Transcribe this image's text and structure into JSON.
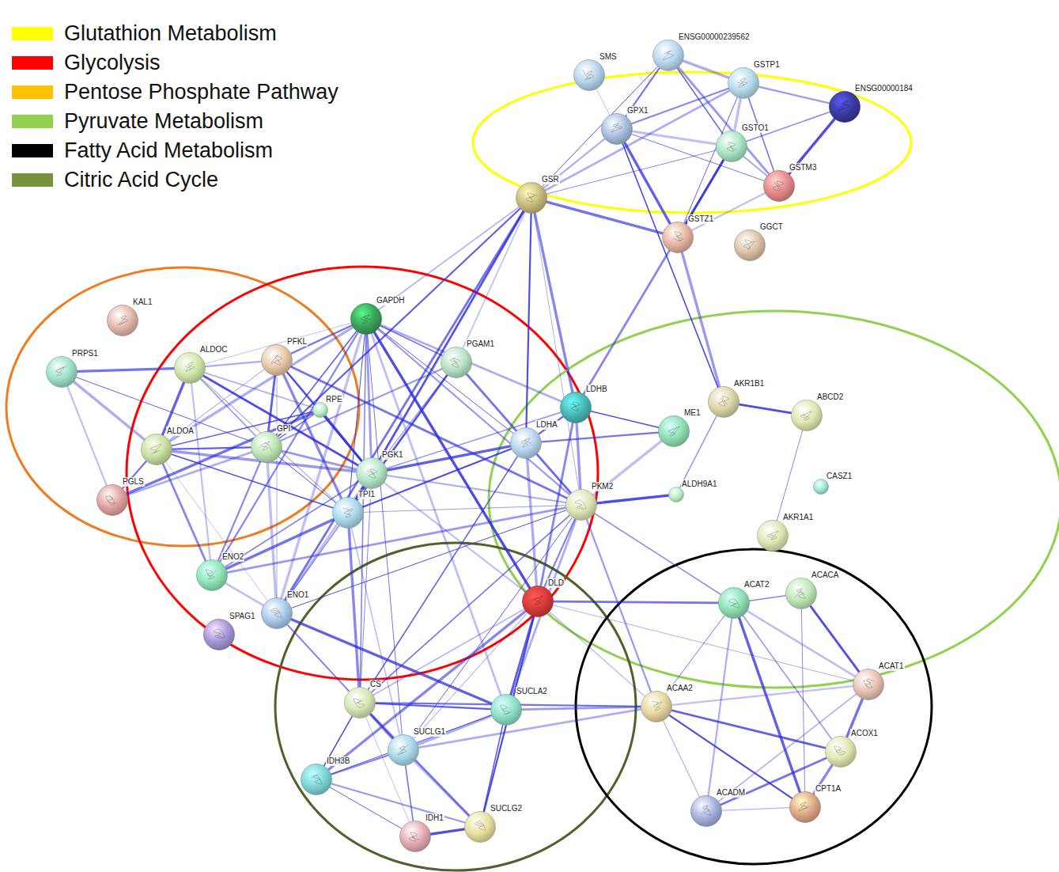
{
  "diagram": {
    "nodes": [
      {
        "text": [
          "SMS"
        ]
      },
      {
        "text": [
          "ENSG00000239562"
        ]
      },
      {
        "text": [
          "GSTP1"
        ]
      },
      {
        "text": [
          "ENSG00000184"
        ]
      },
      {
        "text": [
          "GPX1"
        ]
      },
      {
        "text": [
          "GSTO1"
        ]
      },
      {
        "text": [
          "GSTM3"
        ]
      },
      {
        "text": [
          "GSR"
        ]
      },
      {
        "text": [
          "GSTZ1"
        ]
      },
      {
        "text": [
          "GGCT"
        ]
      },
      {
        "text": [
          "GAPDH"
        ]
      },
      {
        "text": [
          "KAL1"
        ]
      },
      {
        "text": [
          "PRPS1"
        ]
      },
      {
        "text": [
          "ALDOC"
        ]
      },
      {
        "text": [
          "PFKL"
        ]
      },
      {
        "text": [
          "PGAM1"
        ]
      },
      {
        "text": [
          "RPE"
        ]
      },
      {
        "text": [
          "AKR1B1"
        ]
      },
      {
        "text": [
          "LDHB"
        ]
      },
      {
        "text": [
          "ABCD2"
        ]
      },
      {
        "text": [
          "ME1"
        ]
      },
      {
        "text": [
          "LDHA"
        ]
      },
      {
        "text": [
          "ALDOA"
        ]
      },
      {
        "text": [
          "GPI"
        ]
      },
      {
        "text": [
          "PGK1"
        ]
      },
      {
        "text": [
          "PKM2"
        ]
      },
      {
        "text": [
          "ALDH9A1"
        ]
      },
      {
        "text": [
          "CASZ1"
        ]
      },
      {
        "text": [
          "PGLS"
        ]
      },
      {
        "text": [
          "TPI1"
        ]
      },
      {
        "text": [
          "AKR1A1"
        ]
      },
      {
        "text": [
          "ENO2"
        ]
      },
      {
        "text": [
          "DLD"
        ]
      },
      {
        "text": [
          "ACAT2"
        ]
      },
      {
        "text": [
          "ACACA"
        ]
      },
      {
        "text": [
          "ENO1"
        ]
      },
      {
        "text": [
          "SPAG1"
        ]
      },
      {
        "text": [
          "ACAT1"
        ]
      },
      {
        "text": [
          "CS"
        ]
      },
      {
        "text": [
          "SUCLA2"
        ]
      },
      {
        "text": [
          "ACAA2"
        ]
      },
      {
        "text": [
          "ACOX1"
        ]
      },
      {
        "text": [
          "SUCLG1"
        ]
      },
      {
        "text": [
          "IDH3B"
        ]
      },
      {
        "text": [
          "CPT1A"
        ]
      },
      {
        "text": [
          "ACADM"
        ]
      },
      {
        "text": [
          "SUCLG2"
        ]
      },
      {
        "text": [
          "IDH1"
        ]
      }
    ],
    "edges": [
      {
        "from": 0,
        "to": 4,
        "arrow": "none"
      },
      {
        "from": 1,
        "to": 4,
        "arrow": "none"
      },
      {
        "from": 1,
        "to": 2,
        "arrow": "none"
      },
      {
        "from": 1,
        "to": 5,
        "arrow": "none"
      },
      {
        "from": 1,
        "to": 6,
        "arrow": "none"
      },
      {
        "from": 1,
        "to": 7,
        "arrow": "none"
      },
      {
        "from": 2,
        "to": 4,
        "arrow": "none"
      },
      {
        "from": 2,
        "to": 5,
        "arrow": "none"
      },
      {
        "from": 2,
        "to": 6,
        "arrow": "none"
      },
      {
        "from": 2,
        "to": 7,
        "arrow": "none"
      },
      {
        "from": 2,
        "to": 8,
        "arrow": "none"
      },
      {
        "from": 3,
        "to": 2,
        "arrow": "none"
      },
      {
        "from": 3,
        "to": 6,
        "arrow": "none"
      },
      {
        "from": 3,
        "to": 5,
        "arrow": "none"
      },
      {
        "from": 4,
        "to": 5,
        "arrow": "none"
      },
      {
        "from": 4,
        "to": 6,
        "arrow": "none"
      },
      {
        "from": 4,
        "to": 7,
        "arrow": "none"
      },
      {
        "from": 4,
        "to": 8,
        "arrow": "none"
      },
      {
        "from": 5,
        "to": 6,
        "arrow": "none"
      },
      {
        "from": 5,
        "to": 8,
        "arrow": "none"
      },
      {
        "from": 5,
        "to": 7,
        "arrow": "none"
      },
      {
        "from": 6,
        "to": 8,
        "arrow": "none"
      },
      {
        "from": 7,
        "to": 8,
        "arrow": "none"
      },
      {
        "from": 7,
        "to": 10,
        "arrow": "none"
      },
      {
        "from": 7,
        "to": 24,
        "arrow": "none"
      },
      {
        "from": 7,
        "to": 29,
        "arrow": "none"
      },
      {
        "from": 7,
        "to": 21,
        "arrow": "none"
      },
      {
        "from": 7,
        "to": 18,
        "arrow": "none"
      },
      {
        "from": 7,
        "to": 15,
        "arrow": "none"
      },
      {
        "from": 7,
        "to": 35,
        "arrow": "none"
      },
      {
        "from": 7,
        "to": 25,
        "arrow": "none"
      },
      {
        "from": 7,
        "to": 23,
        "arrow": "none"
      },
      {
        "from": 8,
        "to": 17,
        "arrow": "none"
      },
      {
        "from": 4,
        "to": 17,
        "arrow": "none"
      },
      {
        "from": 5,
        "to": 18,
        "arrow": "none"
      },
      {
        "from": 10,
        "to": 13,
        "arrow": "none"
      },
      {
        "from": 10,
        "to": 14,
        "arrow": "none"
      },
      {
        "from": 10,
        "to": 22,
        "arrow": "none"
      },
      {
        "from": 10,
        "to": 23,
        "arrow": "none"
      },
      {
        "from": 10,
        "to": 24,
        "arrow": "none"
      },
      {
        "from": 10,
        "to": 29,
        "arrow": "none"
      },
      {
        "from": 10,
        "to": 31,
        "arrow": "none"
      },
      {
        "from": 10,
        "to": 35,
        "arrow": "none"
      },
      {
        "from": 10,
        "to": 15,
        "arrow": "none"
      },
      {
        "from": 10,
        "to": 18,
        "arrow": "none"
      },
      {
        "from": 10,
        "to": 21,
        "arrow": "none"
      },
      {
        "from": 10,
        "to": 25,
        "arrow": "none"
      },
      {
        "from": 10,
        "to": 32,
        "arrow": "none"
      },
      {
        "from": 10,
        "to": 38,
        "arrow": "none"
      },
      {
        "from": 10,
        "to": 39,
        "arrow": "none"
      },
      {
        "from": 10,
        "to": 42,
        "arrow": "none"
      },
      {
        "from": 13,
        "to": 14,
        "arrow": "none"
      },
      {
        "from": 13,
        "to": 22,
        "arrow": "none"
      },
      {
        "from": 13,
        "to": 23,
        "arrow": "none"
      },
      {
        "from": 13,
        "to": 24,
        "arrow": "none"
      },
      {
        "from": 13,
        "to": 29,
        "arrow": "none"
      },
      {
        "from": 13,
        "to": 31,
        "arrow": "none"
      },
      {
        "from": 13,
        "to": 12,
        "arrow": "none"
      },
      {
        "from": 13,
        "to": 16,
        "arrow": "none"
      },
      {
        "from": 14,
        "to": 23,
        "arrow": "none"
      },
      {
        "from": 14,
        "to": 22,
        "arrow": "none"
      },
      {
        "from": 14,
        "to": 24,
        "arrow": "none"
      },
      {
        "from": 14,
        "to": 29,
        "arrow": "none"
      },
      {
        "from": 14,
        "to": 16,
        "arrow": "none"
      },
      {
        "from": 14,
        "to": 25,
        "arrow": "none"
      },
      {
        "from": 14,
        "to": 35,
        "arrow": "none"
      },
      {
        "from": 22,
        "to": 23,
        "arrow": "none"
      },
      {
        "from": 22,
        "to": 24,
        "arrow": "none"
      },
      {
        "from": 22,
        "to": 29,
        "arrow": "none"
      },
      {
        "from": 22,
        "to": 31,
        "arrow": "none"
      },
      {
        "from": 22,
        "to": 35,
        "arrow": "none"
      },
      {
        "from": 22,
        "to": 28,
        "arrow": "none"
      },
      {
        "from": 22,
        "to": 12,
        "arrow": "none"
      },
      {
        "from": 22,
        "to": 16,
        "arrow": "none"
      },
      {
        "from": 23,
        "to": 24,
        "arrow": "none"
      },
      {
        "from": 23,
        "to": 29,
        "arrow": "none"
      },
      {
        "from": 23,
        "to": 31,
        "arrow": "none"
      },
      {
        "from": 23,
        "to": 35,
        "arrow": "none"
      },
      {
        "from": 23,
        "to": 16,
        "arrow": "none"
      },
      {
        "from": 23,
        "to": 28,
        "arrow": "none"
      },
      {
        "from": 23,
        "to": 12,
        "arrow": "none"
      },
      {
        "from": 23,
        "to": 15,
        "arrow": "none"
      },
      {
        "from": 24,
        "to": 29,
        "arrow": "none"
      },
      {
        "from": 24,
        "to": 31,
        "arrow": "none"
      },
      {
        "from": 24,
        "to": 35,
        "arrow": "none"
      },
      {
        "from": 24,
        "to": 15,
        "arrow": "none"
      },
      {
        "from": 24,
        "to": 25,
        "arrow": "none"
      },
      {
        "from": 24,
        "to": 21,
        "arrow": "none"
      },
      {
        "from": 24,
        "to": 18,
        "arrow": "none"
      },
      {
        "from": 24,
        "to": 16,
        "arrow": "none"
      },
      {
        "from": 24,
        "to": 38,
        "arrow": "none"
      },
      {
        "from": 24,
        "to": 32,
        "arrow": "none"
      },
      {
        "from": 29,
        "to": 31,
        "arrow": "none"
      },
      {
        "from": 29,
        "to": 35,
        "arrow": "none"
      },
      {
        "from": 29,
        "to": 15,
        "arrow": "none"
      },
      {
        "from": 29,
        "to": 25,
        "arrow": "none"
      },
      {
        "from": 29,
        "to": 21,
        "arrow": "none"
      },
      {
        "from": 29,
        "to": 38,
        "arrow": "none"
      },
      {
        "from": 29,
        "to": 42,
        "arrow": "none"
      },
      {
        "from": 15,
        "to": 25,
        "arrow": "none"
      },
      {
        "from": 15,
        "to": 35,
        "arrow": "none"
      },
      {
        "from": 18,
        "to": 21,
        "arrow": "none"
      },
      {
        "from": 18,
        "to": 25,
        "arrow": "none"
      },
      {
        "from": 18,
        "to": 20,
        "arrow": "none"
      },
      {
        "from": 18,
        "to": 32,
        "arrow": "none"
      },
      {
        "from": 21,
        "to": 25,
        "arrow": "none"
      },
      {
        "from": 21,
        "to": 20,
        "arrow": "none"
      },
      {
        "from": 21,
        "to": 32,
        "arrow": "none"
      },
      {
        "from": 21,
        "to": 38,
        "arrow": "none"
      },
      {
        "from": 25,
        "to": 31,
        "arrow": "none"
      },
      {
        "from": 25,
        "to": 35,
        "arrow": "none"
      },
      {
        "from": 25,
        "to": 32,
        "arrow": "none"
      },
      {
        "from": 25,
        "to": 20,
        "arrow": "none"
      },
      {
        "from": 25,
        "to": 38,
        "arrow": "none"
      },
      {
        "from": 25,
        "to": 39,
        "arrow": "none"
      },
      {
        "from": 25,
        "to": 42,
        "arrow": "none"
      },
      {
        "from": 25,
        "to": 40,
        "arrow": "none"
      },
      {
        "from": 25,
        "to": 26,
        "arrow": "none"
      },
      {
        "from": 25,
        "to": 33,
        "arrow": "none"
      },
      {
        "from": 31,
        "to": 35,
        "arrow": "none"
      },
      {
        "from": 35,
        "to": 38,
        "arrow": "none"
      },
      {
        "from": 35,
        "to": 42,
        "arrow": "none"
      },
      {
        "from": 35,
        "to": 39,
        "arrow": "none"
      },
      {
        "from": 17,
        "to": 26,
        "arrow": "none"
      },
      {
        "from": 17,
        "to": 19,
        "arrow": "none"
      },
      {
        "from": 19,
        "to": 30,
        "arrow": "none"
      },
      {
        "from": 12,
        "to": 28,
        "arrow": "none"
      },
      {
        "from": 16,
        "to": 28,
        "arrow": "none"
      },
      {
        "from": 32,
        "to": 38,
        "arrow": "none"
      },
      {
        "from": 32,
        "to": 39,
        "arrow": "none"
      },
      {
        "from": 32,
        "to": 42,
        "arrow": "none"
      },
      {
        "from": 32,
        "to": 46,
        "arrow": "none"
      },
      {
        "from": 32,
        "to": 43,
        "arrow": "none"
      },
      {
        "from": 32,
        "to": 40,
        "arrow": "none"
      },
      {
        "from": 32,
        "to": 33,
        "arrow": "none"
      },
      {
        "from": 32,
        "to": 37,
        "arrow": "none"
      },
      {
        "from": 38,
        "to": 39,
        "arrow": "none"
      },
      {
        "from": 38,
        "to": 42,
        "arrow": "none"
      },
      {
        "from": 38,
        "to": 43,
        "arrow": "none"
      },
      {
        "from": 38,
        "to": 46,
        "arrow": "none"
      },
      {
        "from": 38,
        "to": 47,
        "arrow": "none"
      },
      {
        "from": 38,
        "to": 40,
        "arrow": "none"
      },
      {
        "from": 39,
        "to": 42,
        "arrow": "none"
      },
      {
        "from": 39,
        "to": 46,
        "arrow": "none"
      },
      {
        "from": 39,
        "to": 40,
        "arrow": "none"
      },
      {
        "from": 39,
        "to": 43,
        "arrow": "none"
      },
      {
        "from": 42,
        "to": 43,
        "arrow": "none"
      },
      {
        "from": 42,
        "to": 46,
        "arrow": "none"
      },
      {
        "from": 42,
        "to": 47,
        "arrow": "none"
      },
      {
        "from": 42,
        "to": 40,
        "arrow": "none"
      },
      {
        "from": 43,
        "to": 47,
        "arrow": "none"
      },
      {
        "from": 43,
        "to": 46,
        "arrow": "none"
      },
      {
        "from": 46,
        "to": 47,
        "arrow": "none"
      },
      {
        "from": 33,
        "to": 34,
        "arrow": "none"
      },
      {
        "from": 33,
        "to": 37,
        "arrow": "none"
      },
      {
        "from": 33,
        "to": 40,
        "arrow": "none"
      },
      {
        "from": 33,
        "to": 45,
        "arrow": "none"
      },
      {
        "from": 33,
        "to": 44,
        "arrow": "none"
      },
      {
        "from": 33,
        "to": 41,
        "arrow": "none"
      },
      {
        "from": 34,
        "to": 37,
        "arrow": "none"
      },
      {
        "from": 34,
        "to": 44,
        "arrow": "none"
      },
      {
        "from": 37,
        "to": 40,
        "arrow": "none"
      },
      {
        "from": 37,
        "to": 41,
        "arrow": "none"
      },
      {
        "from": 37,
        "to": 45,
        "arrow": "none"
      },
      {
        "from": 40,
        "to": 41,
        "arrow": "none"
      },
      {
        "from": 40,
        "to": 45,
        "arrow": "none"
      },
      {
        "from": 40,
        "to": 44,
        "arrow": "none"
      },
      {
        "from": 41,
        "to": 44,
        "arrow": "none"
      },
      {
        "from": 44,
        "to": 45,
        "arrow": "none"
      },
      {
        "from": 41,
        "to": 45,
        "arrow": "none"
      }
    ],
    "legend": [
      {
        "text": "Glutathion Metabolism",
        "color": "#ffff00"
      },
      {
        "text": "Glycolysis",
        "color": "#ff0000"
      },
      {
        "text": "Pentose Phosphate Pathway",
        "color": "#ffc000"
      },
      {
        "text": "Pyruvate Metabolism",
        "color": "#92d050"
      },
      {
        "text": "Fatty Acid Metabolism",
        "color": "#000000"
      },
      {
        "text": "Citric Acid Cycle",
        "color": "#77933c"
      }
    ]
  }
}
